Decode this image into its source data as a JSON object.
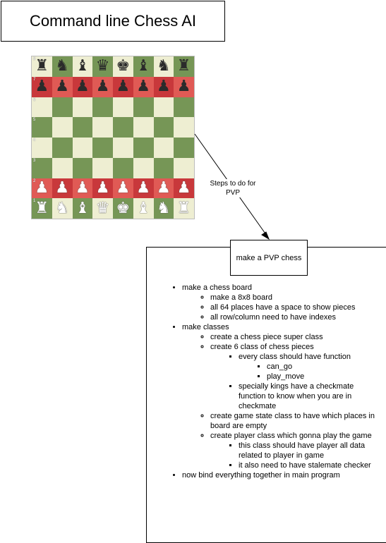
{
  "title": "Command line Chess AI",
  "board": {
    "ranks": [
      {
        "label": "8",
        "pieces": [
          "♜",
          "♞",
          "♝",
          "♛",
          "♚",
          "♝",
          "♞",
          "♜"
        ],
        "side": "b",
        "highlight": false
      },
      {
        "label": "7",
        "pieces": [
          "♟",
          "♟",
          "♟",
          "♟",
          "♟",
          "♟",
          "♟",
          "♟"
        ],
        "side": "b",
        "highlight": true
      },
      {
        "label": "6",
        "pieces": [
          "",
          "",
          "",
          "",
          "",
          "",
          "",
          ""
        ],
        "side": "",
        "highlight": false
      },
      {
        "label": "5",
        "pieces": [
          "",
          "",
          "",
          "",
          "",
          "",
          "",
          ""
        ],
        "side": "",
        "highlight": false
      },
      {
        "label": "4",
        "pieces": [
          "",
          "",
          "",
          "",
          "",
          "",
          "",
          ""
        ],
        "side": "",
        "highlight": false
      },
      {
        "label": "3",
        "pieces": [
          "",
          "",
          "",
          "",
          "",
          "",
          "",
          ""
        ],
        "side": "",
        "highlight": false
      },
      {
        "label": "2",
        "pieces": [
          "♟",
          "♟",
          "♟",
          "♟",
          "♟",
          "♟",
          "♟",
          "♟"
        ],
        "side": "w",
        "highlight": true
      },
      {
        "label": "1",
        "pieces": [
          "♜",
          "♞",
          "♝",
          "♛",
          "♚",
          "♝",
          "♞",
          "♜"
        ],
        "side": "w",
        "highlight": false
      }
    ]
  },
  "edge_label": "Steps to do for PVP",
  "pvp_box": "make a PVP chess",
  "notes": {
    "step1": "make a chess board",
    "step1_sub": [
      "make a 8x8 board",
      "all 64 places have a space to show pieces",
      "all row/column need to have indexes"
    ],
    "step2": "make classes",
    "step2_sub1": "create a chess piece super class",
    "step2_sub2": "create 6 class of chess pieces",
    "every_class": "every class should have function",
    "functions": [
      "can_go",
      "play_move"
    ],
    "kings": "specially kings have a checkmate function to know when you are in checkmate",
    "step2_sub3": "create game state class to have which places in board are empty",
    "step2_sub4": "create player class which gonna play the game",
    "player_details": [
      "this class should have player all data related to player in game",
      "it also need to have stalemate checker"
    ],
    "step3": "now bind everything together in main program"
  }
}
